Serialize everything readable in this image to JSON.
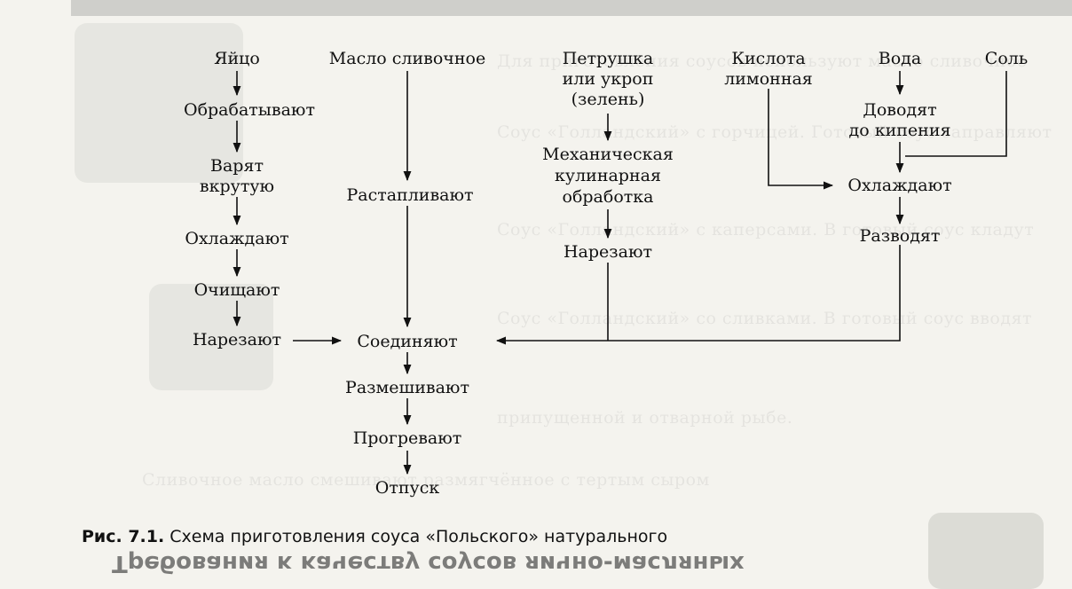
{
  "diagram": {
    "nodes": {
      "egg": "Яйцо",
      "egg_process": "Обрабатывают",
      "egg_boil_1": "Варят",
      "egg_boil_2": "вкрутую",
      "egg_cool": "Охлаждают",
      "egg_peel": "Очищают",
      "egg_cut": "Нарезают",
      "butter": "Масло сливочное",
      "butter_melt": "Растапливают",
      "combine": "Соединяют",
      "stir": "Размешивают",
      "heat": "Прогревают",
      "serve": "Отпуск",
      "parsley_1": "Петрушка",
      "parsley_2": "или укроп",
      "parsley_3": "(зелень)",
      "mech_1": "Механическая",
      "mech_2": "кулинарная",
      "mech_3": "обработка",
      "greens_cut": "Нарезают",
      "citric_1": "Кислота",
      "citric_2": "лимонная",
      "water": "Вода",
      "salt": "Соль",
      "boil_1": "Доводят",
      "boil_2": "до кипения",
      "water_cool": "Охлаждают",
      "dilute": "Разводят"
    }
  },
  "caption": {
    "number": "Рис. 7.1.",
    "text": "Схема приготовления соуса «Польского» натурального"
  },
  "background_text": {
    "heading_mirrored": "Требования к качеству соусов яично-масляных"
  }
}
